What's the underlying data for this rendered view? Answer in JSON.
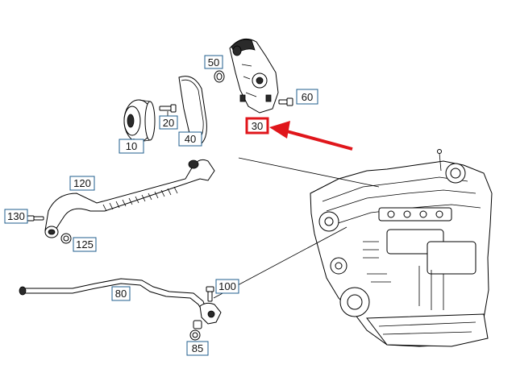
{
  "callouts": [
    {
      "id": "c50",
      "label": "50"
    },
    {
      "id": "c60",
      "label": "60"
    },
    {
      "id": "c30",
      "label": "30",
      "highlighted": true
    },
    {
      "id": "c20",
      "label": "20"
    },
    {
      "id": "c40",
      "label": "40"
    },
    {
      "id": "c10",
      "label": "10"
    },
    {
      "id": "c120",
      "label": "120"
    },
    {
      "id": "c130",
      "label": "130"
    },
    {
      "id": "c125",
      "label": "125"
    },
    {
      "id": "c80",
      "label": "80"
    },
    {
      "id": "c100",
      "label": "100"
    },
    {
      "id": "c85",
      "label": "85"
    }
  ],
  "colors": {
    "callout_border": "#1f5d8c",
    "highlight": "#e0161b",
    "line": "#000000"
  },
  "icons": [
    "arrow-indicator-icon"
  ]
}
